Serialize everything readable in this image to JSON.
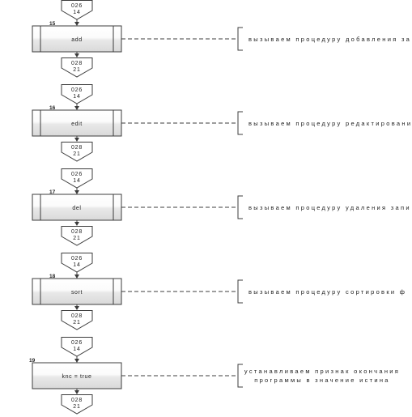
{
  "blocks": [
    {
      "in": {
        "top": "026",
        "bottom": "14"
      },
      "number": "15",
      "label": "add",
      "subroutine": true,
      "note": [
        "вызываем процедуру добавления за"
      ],
      "out": {
        "top": "028",
        "bottom": "21"
      }
    },
    {
      "in": {
        "top": "026",
        "bottom": "14"
      },
      "number": "16",
      "label": "edit",
      "subroutine": true,
      "note": [
        "вызываем процедуру редактировани"
      ],
      "out": {
        "top": "028",
        "bottom": "21"
      }
    },
    {
      "in": {
        "top": "026",
        "bottom": "14"
      },
      "number": "17",
      "label": "del",
      "subroutine": true,
      "note": [
        "вызываем процедуру удаления запи"
      ],
      "out": {
        "top": "028",
        "bottom": "21"
      }
    },
    {
      "in": {
        "top": "026",
        "bottom": "14"
      },
      "number": "18",
      "label": "sort",
      "subroutine": true,
      "note": [
        "вызываем процедуру сортировки ф"
      ],
      "out": {
        "top": "028",
        "bottom": "21"
      }
    },
    {
      "in": {
        "top": "026",
        "bottom": "14"
      },
      "number": "19",
      "label": "knc = true",
      "subroutine": false,
      "note": [
        "устанавливаем признак окончания",
        "программы в значение истина"
      ],
      "out": {
        "top": "028",
        "bottom": "21"
      }
    }
  ]
}
